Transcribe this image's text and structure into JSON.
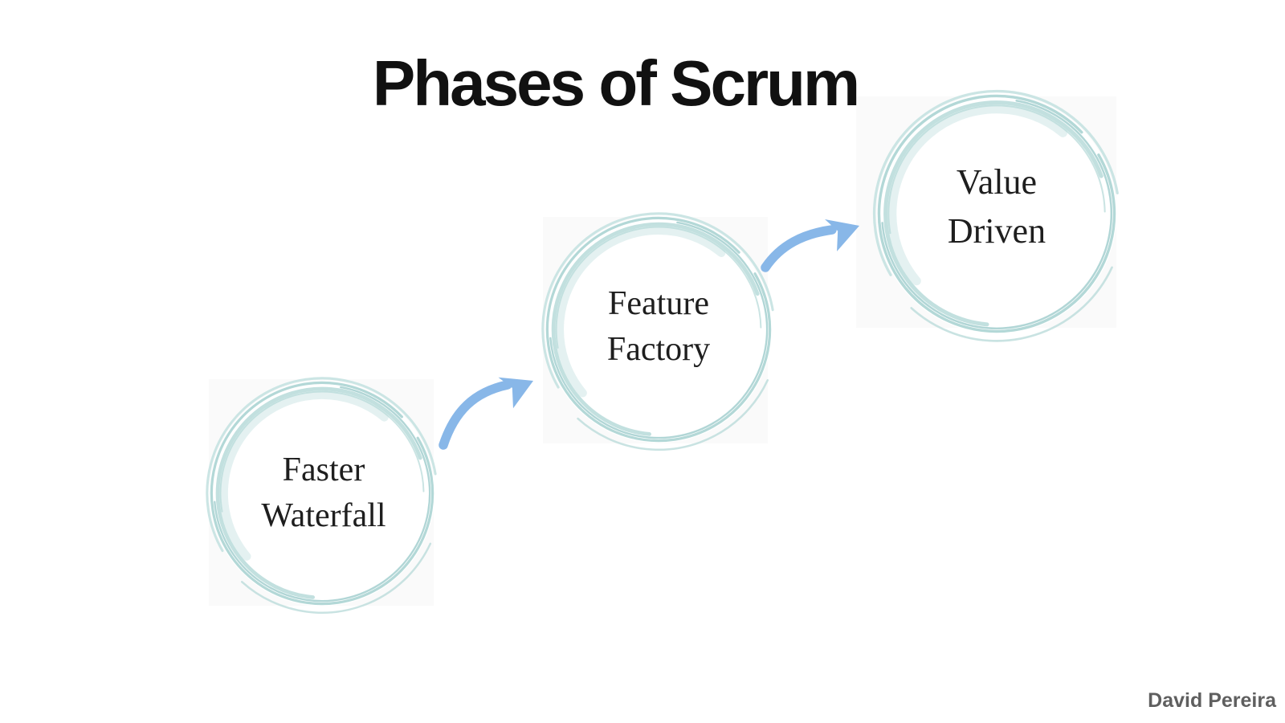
{
  "title": "Phases of Scrum",
  "attribution": "David Pereira",
  "phases": [
    {
      "line1": "Faster",
      "line2": "Waterfall"
    },
    {
      "line1": "Feature",
      "line2": "Factory"
    },
    {
      "line1": "Value",
      "line2": "Driven"
    }
  ],
  "diagram": {
    "type": "flow",
    "sequence": [
      "Faster Waterfall",
      "Feature Factory",
      "Value Driven"
    ],
    "connections": [
      {
        "from": "Faster Waterfall",
        "to": "Feature Factory"
      },
      {
        "from": "Feature Factory",
        "to": "Value Driven"
      }
    ]
  },
  "colors": {
    "circle_ring": "#b3d8d7",
    "arrow": "#88b7e8",
    "title_text": "#111111",
    "label_text": "#1e1e1e",
    "attribution_text": "#5f5f5f",
    "background": "#ffffff"
  }
}
